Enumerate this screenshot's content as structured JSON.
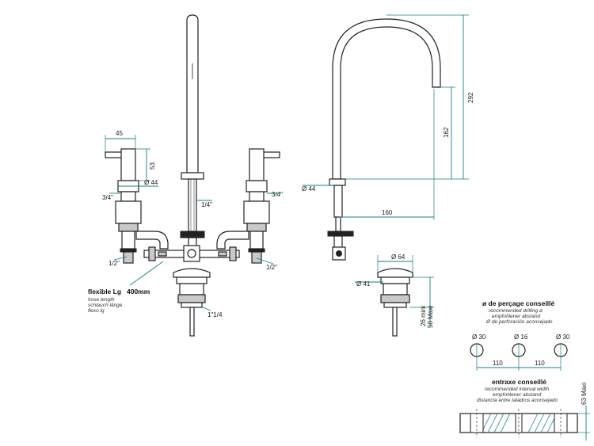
{
  "dims": {
    "width_45": "45",
    "height_53": "53",
    "diam_44_left": "Ø 44",
    "thread_34_left": "3/4\"",
    "thread_34_right": "3/4\"",
    "thread_14": "1/4\"",
    "thread_12_left": "1/2\"",
    "thread_12_right": "1/2\"",
    "thread_1_14": "1\"1/4",
    "diam_44_side": "Ø 44",
    "height_292": "292",
    "height_162": "162",
    "reach_160": "160",
    "diam_64": "Ø 64",
    "diam_41": "Ø 41",
    "mini_26": "26 mini",
    "maxi_50": "50 Maxi",
    "hole_30_a": "Ø 30",
    "hole_16": "Ø 16",
    "hole_30_b": "Ø 30",
    "spacing_110_a": "110",
    "spacing_110_b": "110",
    "maxi_63": "63 Maxi"
  },
  "hose": {
    "label": "flexible Lg",
    "length": "400mm",
    "trans_en": "hose length",
    "trans_de": "schlauch länge",
    "trans_it": "flexo lg"
  },
  "drilling": {
    "title": "ø de perçage conseillé",
    "trans_en": "recommended drilling ø",
    "trans_de": "empfohlener abstand",
    "trans_es": "Ø de perforación aconsejado"
  },
  "spacing": {
    "title": "entraxe conseillé",
    "trans_en": "recommended interval width",
    "trans_de": "empfohlener abstand",
    "trans_es": "distancia entre taladros aconsejado"
  },
  "colors": {
    "dimension": "#1d7d77",
    "outline": "#222222"
  }
}
